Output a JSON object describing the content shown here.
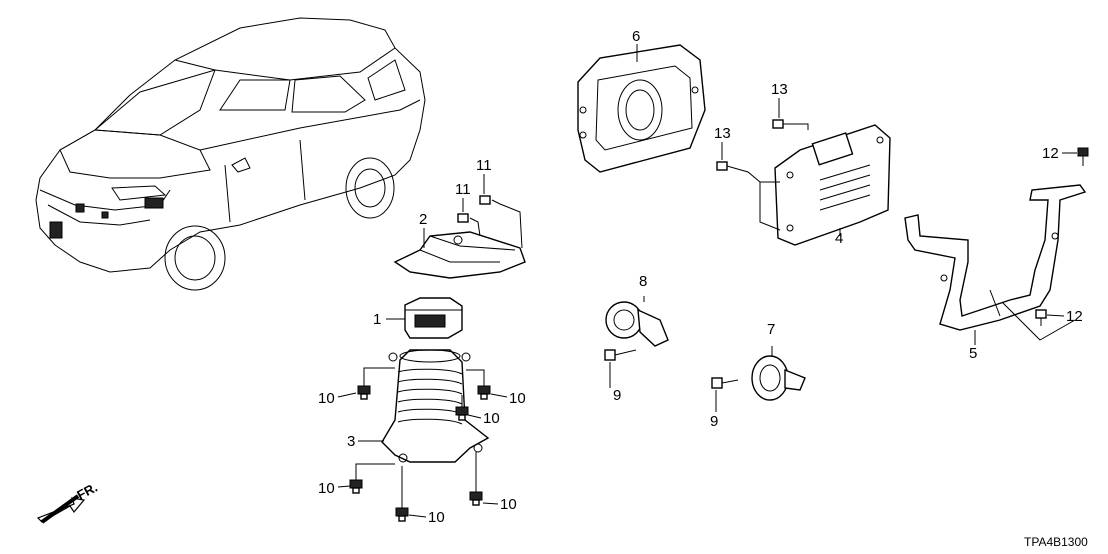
{
  "diagram": {
    "drawing_code": "TPA4B1300",
    "direction_label": "FR.",
    "callouts": [
      {
        "id": "c1",
        "text": "1"
      },
      {
        "id": "c2",
        "text": "2"
      },
      {
        "id": "c3",
        "text": "3"
      },
      {
        "id": "c4",
        "text": "4"
      },
      {
        "id": "c5",
        "text": "5"
      },
      {
        "id": "c6",
        "text": "6"
      },
      {
        "id": "c7",
        "text": "7"
      },
      {
        "id": "c8",
        "text": "8"
      },
      {
        "id": "c9a",
        "text": "9"
      },
      {
        "id": "c9b",
        "text": "9"
      },
      {
        "id": "c10a",
        "text": "10"
      },
      {
        "id": "c10b",
        "text": "10"
      },
      {
        "id": "c10c",
        "text": "10"
      },
      {
        "id": "c10d",
        "text": "10"
      },
      {
        "id": "c10e",
        "text": "10"
      },
      {
        "id": "c10f",
        "text": "10"
      },
      {
        "id": "c11a",
        "text": "11"
      },
      {
        "id": "c11b",
        "text": "11"
      },
      {
        "id": "c12a",
        "text": "12"
      },
      {
        "id": "c12b",
        "text": "12"
      },
      {
        "id": "c13a",
        "text": "13"
      },
      {
        "id": "c13b",
        "text": "13"
      }
    ]
  }
}
